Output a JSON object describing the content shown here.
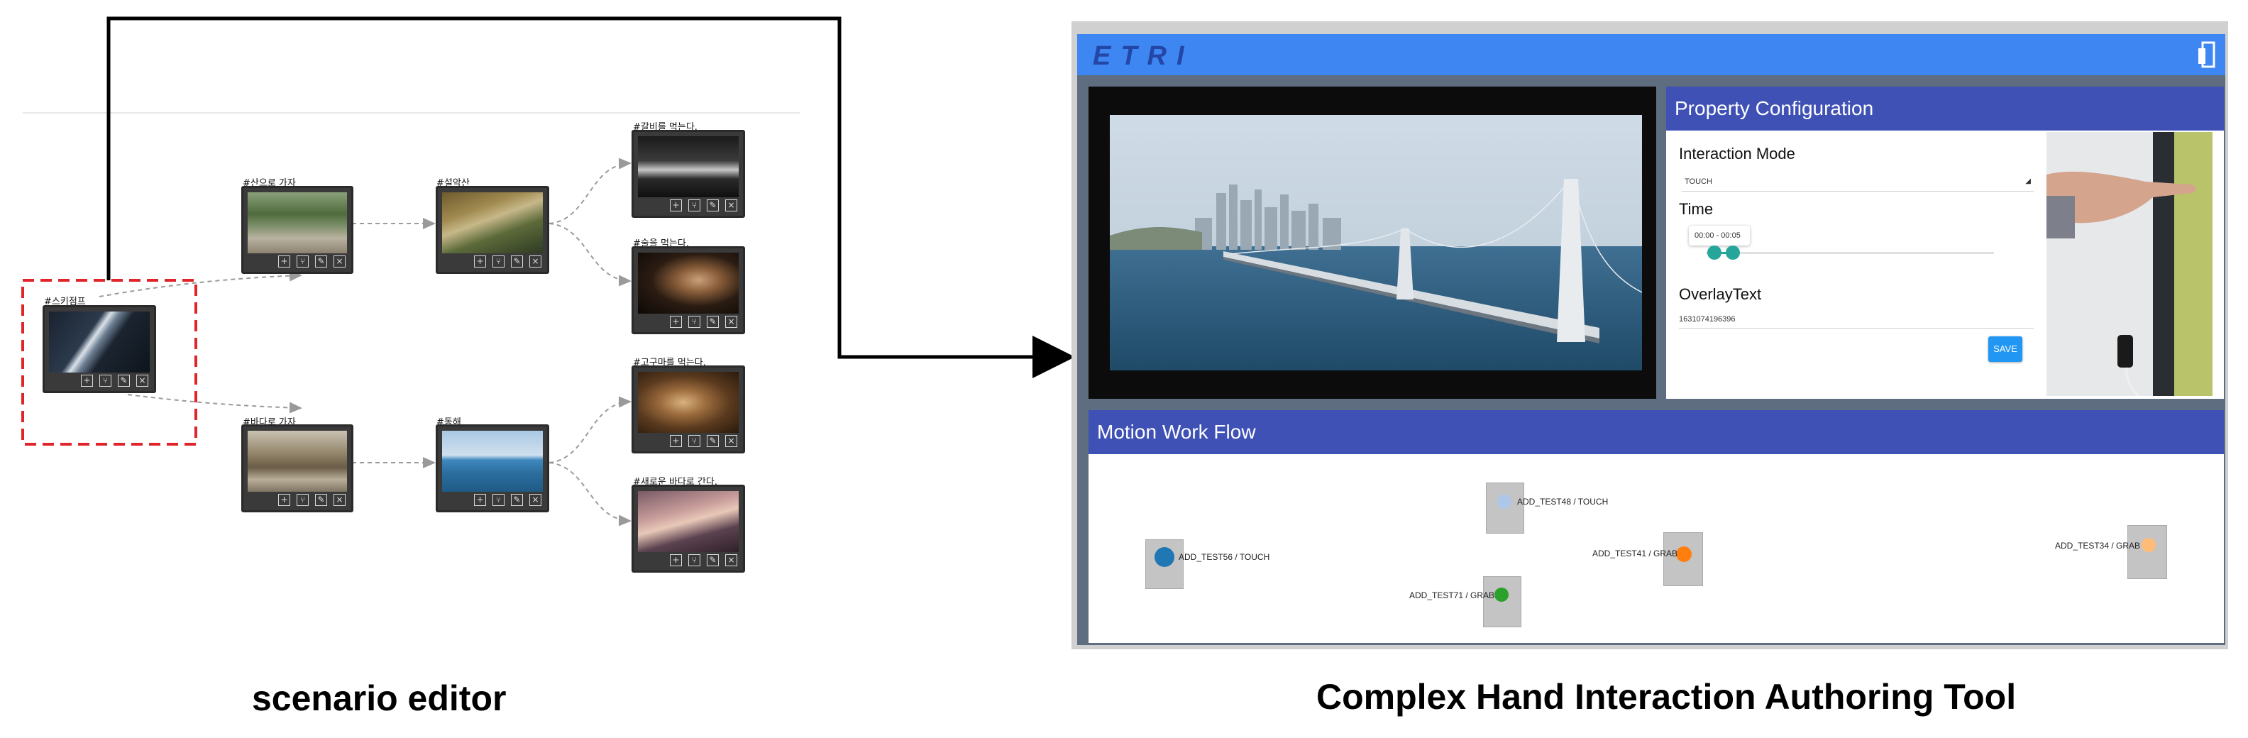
{
  "scenario": {
    "caption": "scenario editor",
    "nodes": [
      {
        "label": "#스키점프"
      },
      {
        "label": "#산으로 가자"
      },
      {
        "label": "#설악산"
      },
      {
        "label": "#갈비를 먹는다."
      },
      {
        "label": "#술을 먹는다."
      },
      {
        "label": "#바다로 가자"
      },
      {
        "label": "#동해"
      },
      {
        "label": "#고구마를 먹는다."
      },
      {
        "label": "#새로운 바다로 간다."
      }
    ],
    "tool_icons": [
      "add-icon",
      "branch-icon",
      "edit-icon",
      "delete-icon"
    ],
    "highlight_color": "#e0242a"
  },
  "tool": {
    "caption": "Complex Hand Interaction Authoring Tool",
    "logo": "ETRI",
    "topbar_color": "#3e86f2",
    "panel_color": "#3f51b5",
    "property": {
      "title": "Property Configuration",
      "mode_label": "Interaction Mode",
      "mode_value": "TOUCH",
      "time_label": "Time",
      "time_value": "00:00 - 00:05",
      "overlay_label": "OverlayText",
      "overlay_value": "1631074196396",
      "save_label": "SAVE"
    },
    "workflow": {
      "title": "Motion Work Flow",
      "nodes": [
        {
          "label": "ADD_TEST56 / TOUCH",
          "color": "#1f77b4"
        },
        {
          "label": "ADD_TEST48 / TOUCH",
          "color": "#aec7e8"
        },
        {
          "label": "ADD_TEST71 / GRAB",
          "color": "#2ca02c"
        },
        {
          "label": "ADD_TEST41 / GRAB",
          "color": "#ff7f0e"
        },
        {
          "label": "ADD_TEST34 / GRAB",
          "color": "#ffbb78"
        }
      ]
    }
  }
}
